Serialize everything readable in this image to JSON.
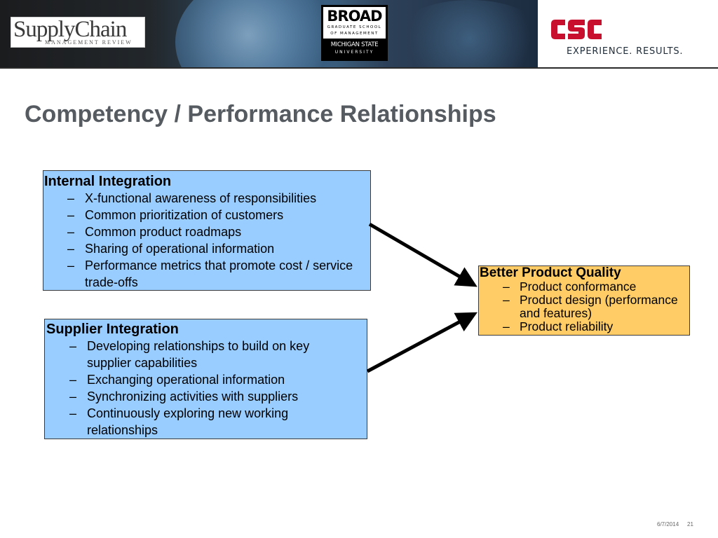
{
  "header": {
    "logo_supplychain": {
      "main": "SupplyChain",
      "sub": "MANAGEMENT REVIEW"
    },
    "logo_broad": {
      "word": "BROAD",
      "line1": "GRADUATE SCHOOL",
      "line2": "OF MANAGEMENT",
      "msu_line1": "MICHIGAN STATE",
      "msu_line2": "UNIVERSITY"
    },
    "logo_csc": {
      "word": "CSC",
      "color": "#c8102e",
      "tagline": "EXPERIENCE. RESULTS."
    }
  },
  "title": "Competency / Performance Relationships",
  "diagram": {
    "internal": {
      "title": "Internal Integration",
      "items": [
        "X-functional awareness of responsibilities",
        "Common prioritization of customers",
        "Common product roadmaps",
        "Sharing of operational information",
        "Performance metrics that promote cost / service trade-offs"
      ],
      "color": "#99ccff"
    },
    "supplier": {
      "title": "Supplier Integration",
      "items": [
        "Developing relationships to build on key supplier capabilities",
        "Exchanging operational information",
        "Synchronizing activities with suppliers",
        "Continuously exploring new working relationships"
      ],
      "color": "#99ccff"
    },
    "outcome": {
      "title": "Better Product Quality",
      "items": [
        "Product conformance",
        "Product design (performance and features)",
        "Product reliability"
      ],
      "color": "#ffcc66"
    },
    "bullet_char": "–",
    "connectors": [
      {
        "from": "internal",
        "to": "outcome"
      },
      {
        "from": "supplier",
        "to": "outcome"
      }
    ]
  },
  "footer": {
    "date": "6/7/2014",
    "page": "21"
  }
}
